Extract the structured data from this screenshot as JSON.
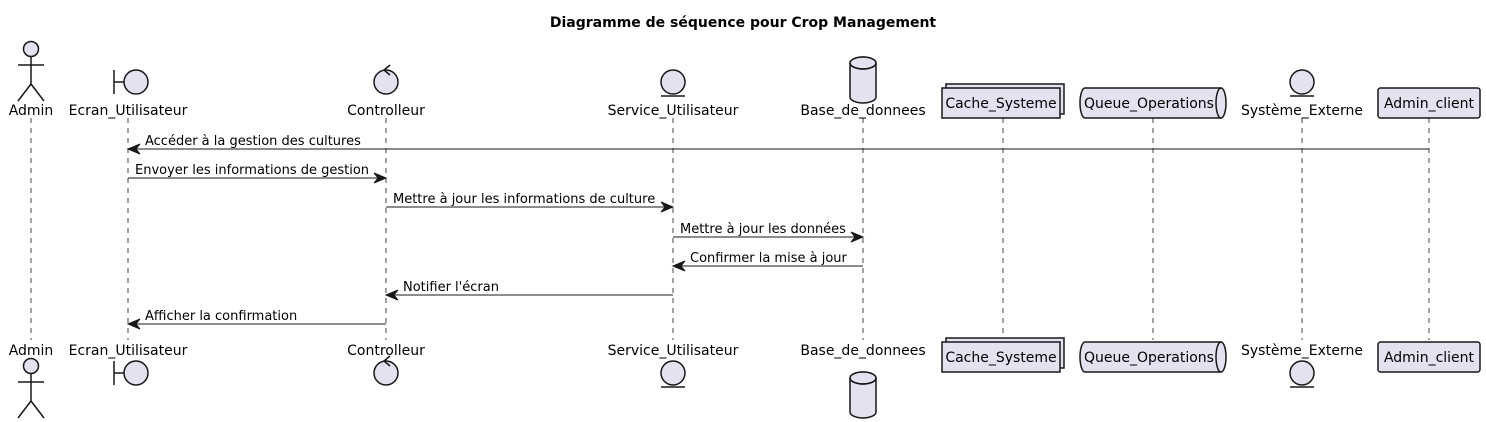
{
  "title": "Diagramme de séquence pour Crop Management",
  "participants": [
    {
      "id": "admin",
      "label": "Admin",
      "kind": "actor"
    },
    {
      "id": "ecran",
      "label": "Ecran_Utilisateur",
      "kind": "boundary"
    },
    {
      "id": "controlleur",
      "label": "Controlleur",
      "kind": "control"
    },
    {
      "id": "service",
      "label": "Service_Utilisateur",
      "kind": "entity"
    },
    {
      "id": "base",
      "label": "Base_de_donnees",
      "kind": "database"
    },
    {
      "id": "cache",
      "label": "Cache_Systeme",
      "kind": "collections"
    },
    {
      "id": "queue",
      "label": "Queue_Operations",
      "kind": "queue"
    },
    {
      "id": "externe",
      "label": "Système_Externe",
      "kind": "entity"
    },
    {
      "id": "adminclient",
      "label": "Admin_client",
      "kind": "participant"
    }
  ],
  "messages": [
    {
      "from": "adminclient",
      "to": "ecran",
      "label": "Accéder à la gestion des cultures"
    },
    {
      "from": "ecran",
      "to": "controlleur",
      "label": "Envoyer les informations de gestion"
    },
    {
      "from": "controlleur",
      "to": "service",
      "label": "Mettre à jour les informations de culture"
    },
    {
      "from": "service",
      "to": "base",
      "label": "Mettre à jour les données"
    },
    {
      "from": "base",
      "to": "service",
      "label": "Confirmer la mise à jour"
    },
    {
      "from": "service",
      "to": "controlleur",
      "label": "Notifier l'écran"
    },
    {
      "from": "controlleur",
      "to": "ecran",
      "label": "Afficher la confirmation"
    }
  ],
  "colors": {
    "fill": "#E2E2F0",
    "stroke": "#181818"
  }
}
